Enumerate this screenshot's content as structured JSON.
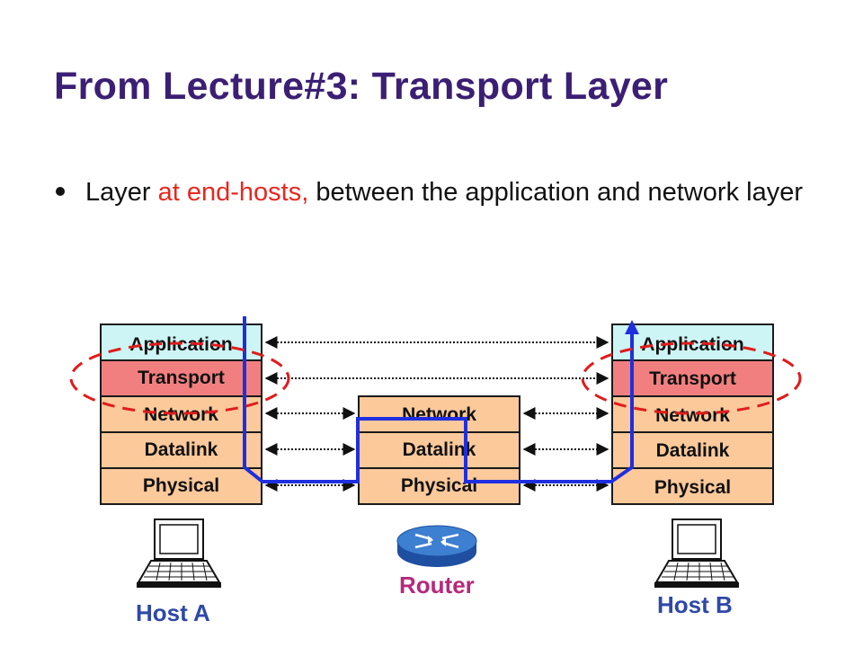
{
  "title": "From Lecture#3: Transport Layer",
  "bullet": {
    "pre": "Layer ",
    "highlight": "at end-hosts,",
    "post": " between the application and network layer"
  },
  "host_a": {
    "label": "Host A",
    "layers": [
      "Application",
      "Transport",
      "Network",
      "Datalink",
      "Physical"
    ]
  },
  "router": {
    "label": "Router",
    "layers": [
      "Network",
      "Datalink",
      "Physical"
    ]
  },
  "host_b": {
    "label": "Host B",
    "layers": [
      "Application",
      "Transport",
      "Network",
      "Datalink",
      "Physical"
    ]
  },
  "colors": {
    "title": "#3b1f74",
    "highlight": "#e8271f",
    "application": "#cdf5f5",
    "transport": "#f27f7f",
    "lower_layers": "#fbc99a",
    "path": "#1f2fe0",
    "ellipse": "#e11b1b",
    "host_label": "#2f48a8",
    "router_label": "#b5297a"
  },
  "icons": [
    "laptop-icon",
    "router-icon"
  ]
}
